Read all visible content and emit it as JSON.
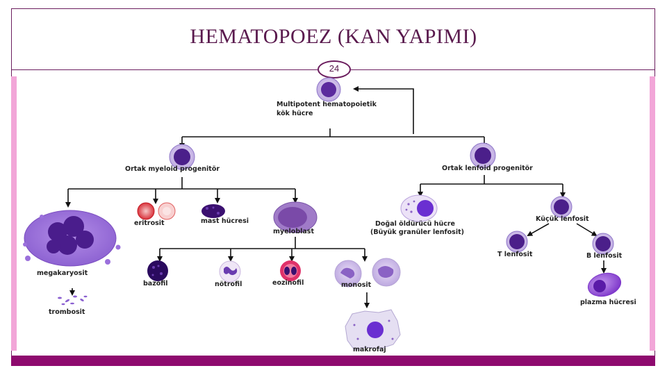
{
  "slide": {
    "title": "HEMATOPOEZ (KAN YAPIMI)",
    "page_number": "24"
  },
  "diagram": {
    "stem_cell_line1": "Multipotent hematopoietik",
    "stem_cell_line2": "kök hücre",
    "myeloid_progenitor": "Ortak myeloid progenitör",
    "lymphoid_progenitor": "Ortak lenfoid progenitör",
    "megakaryocyte": "megakaryosit",
    "thrombocyte": "trombosit",
    "erythrocyte": "eritrosit",
    "mast_cell": "mast hücresi",
    "myeloblast": "myeloblast",
    "basophil": "bazofil",
    "neutrophil": "nötrofil",
    "eosinophil": "eozinofil",
    "monocyte": "monosit",
    "macrophage": "makrofaj",
    "nk_cell_line1": "Doğal öldürücü hücre",
    "nk_cell_line2": "(Büyük granüler lenfosit)",
    "small_lymphocyte": "Küçük lenfosit",
    "t_lymphocyte": "T lenfosit",
    "b_lymphocyte": "B lenfosit",
    "plasma_cell": "plazma hücresi"
  },
  "colors": {
    "accent": "#8e0a6e",
    "side_bar": "#f2a6d8",
    "title": "#5a1a4e",
    "cell_purple": "#5b2a9e"
  }
}
